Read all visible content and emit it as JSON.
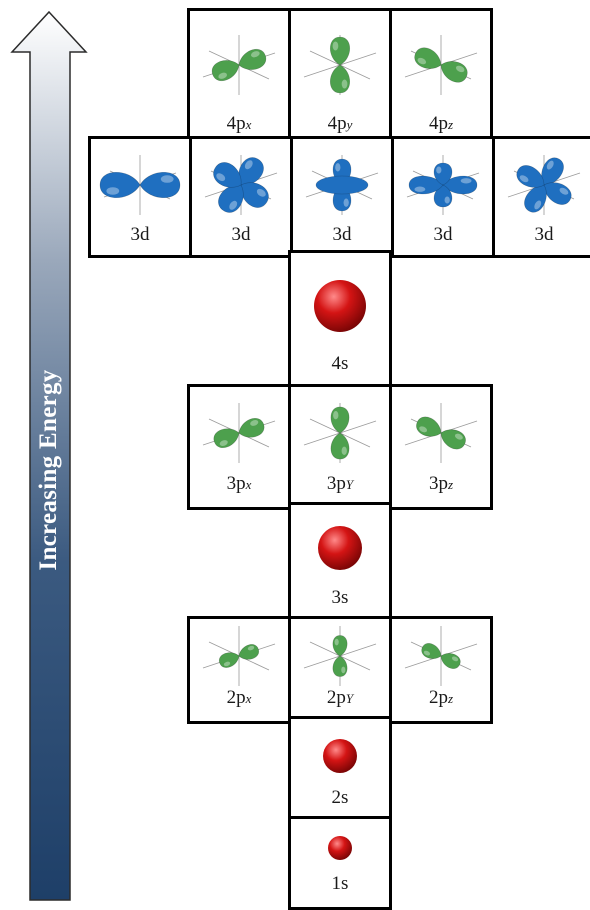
{
  "axis": {
    "label": "Increasing Energy"
  },
  "colors": {
    "arrow_top": "#ffffff",
    "arrow_bottom": "#1e3f68",
    "s_orbital": "#d41414",
    "p_orbital": "#4da04d",
    "d_orbital": "#1f6fc0"
  },
  "rows": [
    {
      "id": "4p",
      "shell": "4",
      "sub": "p",
      "orbitals": [
        {
          "label": "4p",
          "axis": "x",
          "shape": "p-lobes-diagonal-icon"
        },
        {
          "label": "4p",
          "axis": "y",
          "shape": "p-lobes-vertical-icon"
        },
        {
          "label": "4p",
          "axis": "z",
          "shape": "p-lobes-diagonal-down-icon"
        }
      ]
    },
    {
      "id": "3d",
      "shell": "3",
      "sub": "d",
      "orbitals": [
        {
          "label": "3d",
          "shape": "d-orbital-two-lobe-icon"
        },
        {
          "label": "3d",
          "shape": "d-orbital-cloverleaf-icon"
        },
        {
          "label": "3d",
          "shape": "d-orbital-z2-ring-icon"
        },
        {
          "label": "3d",
          "shape": "d-orbital-cloverleaf-axial-icon"
        },
        {
          "label": "3d",
          "shape": "d-orbital-cloverleaf-diagonal-icon"
        }
      ]
    },
    {
      "id": "4s",
      "shell": "4",
      "sub": "s",
      "orbitals": [
        {
          "label": "4s",
          "shape": "s-sphere-icon"
        }
      ]
    },
    {
      "id": "3p",
      "shell": "3",
      "sub": "p",
      "orbitals": [
        {
          "label": "3p",
          "axis": "x",
          "shape": "p-lobes-diagonal-icon"
        },
        {
          "label": "3p",
          "axis": "Y",
          "shape": "p-lobes-vertical-icon"
        },
        {
          "label": "3p",
          "axis": "z",
          "shape": "p-lobes-diagonal-down-icon"
        }
      ]
    },
    {
      "id": "3s",
      "shell": "3",
      "sub": "s",
      "orbitals": [
        {
          "label": "3s",
          "shape": "s-sphere-icon"
        }
      ]
    },
    {
      "id": "2p",
      "shell": "2",
      "sub": "p",
      "orbitals": [
        {
          "label": "2p",
          "axis": "x",
          "shape": "p-lobes-diagonal-icon"
        },
        {
          "label": "2p",
          "axis": "Y",
          "shape": "p-lobes-vertical-icon"
        },
        {
          "label": "2p",
          "axis": "z",
          "shape": "p-lobes-diagonal-down-icon"
        }
      ]
    },
    {
      "id": "2s",
      "shell": "2",
      "sub": "s",
      "orbitals": [
        {
          "label": "2s",
          "shape": "s-sphere-icon"
        }
      ]
    },
    {
      "id": "1s",
      "shell": "1",
      "sub": "s",
      "orbitals": [
        {
          "label": "1s",
          "shape": "s-sphere-icon"
        }
      ]
    }
  ]
}
